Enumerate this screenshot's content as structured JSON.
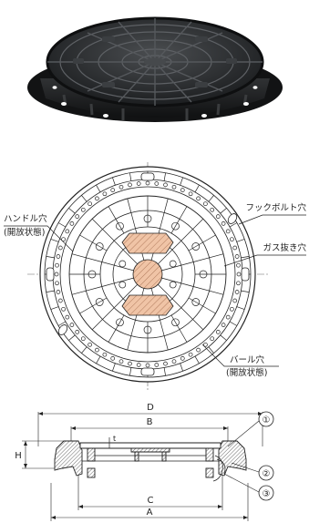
{
  "plan_view": {
    "label_handle_hole": "ハンドル穴",
    "label_handle_hole_note": "(開放状態)",
    "label_hook_bolt_hole": "フックボルト穴",
    "label_gas_vent_hole": "ガス抜き穴",
    "label_bar_hole": "バール穴",
    "label_bar_hole_note": "(開放状態)"
  },
  "section_view": {
    "dim_d": "D",
    "dim_b": "B",
    "dim_h": "H",
    "dim_t": "t",
    "dim_c": "C",
    "dim_a": "A",
    "callout_1": "①",
    "callout_2": "②",
    "callout_3": "③"
  },
  "colors": {
    "cast_iron_dark": "#2b2d2f",
    "line": "#333333",
    "hatch_fill": "#f0c4a6",
    "hatch_line": "#b07a5c"
  }
}
